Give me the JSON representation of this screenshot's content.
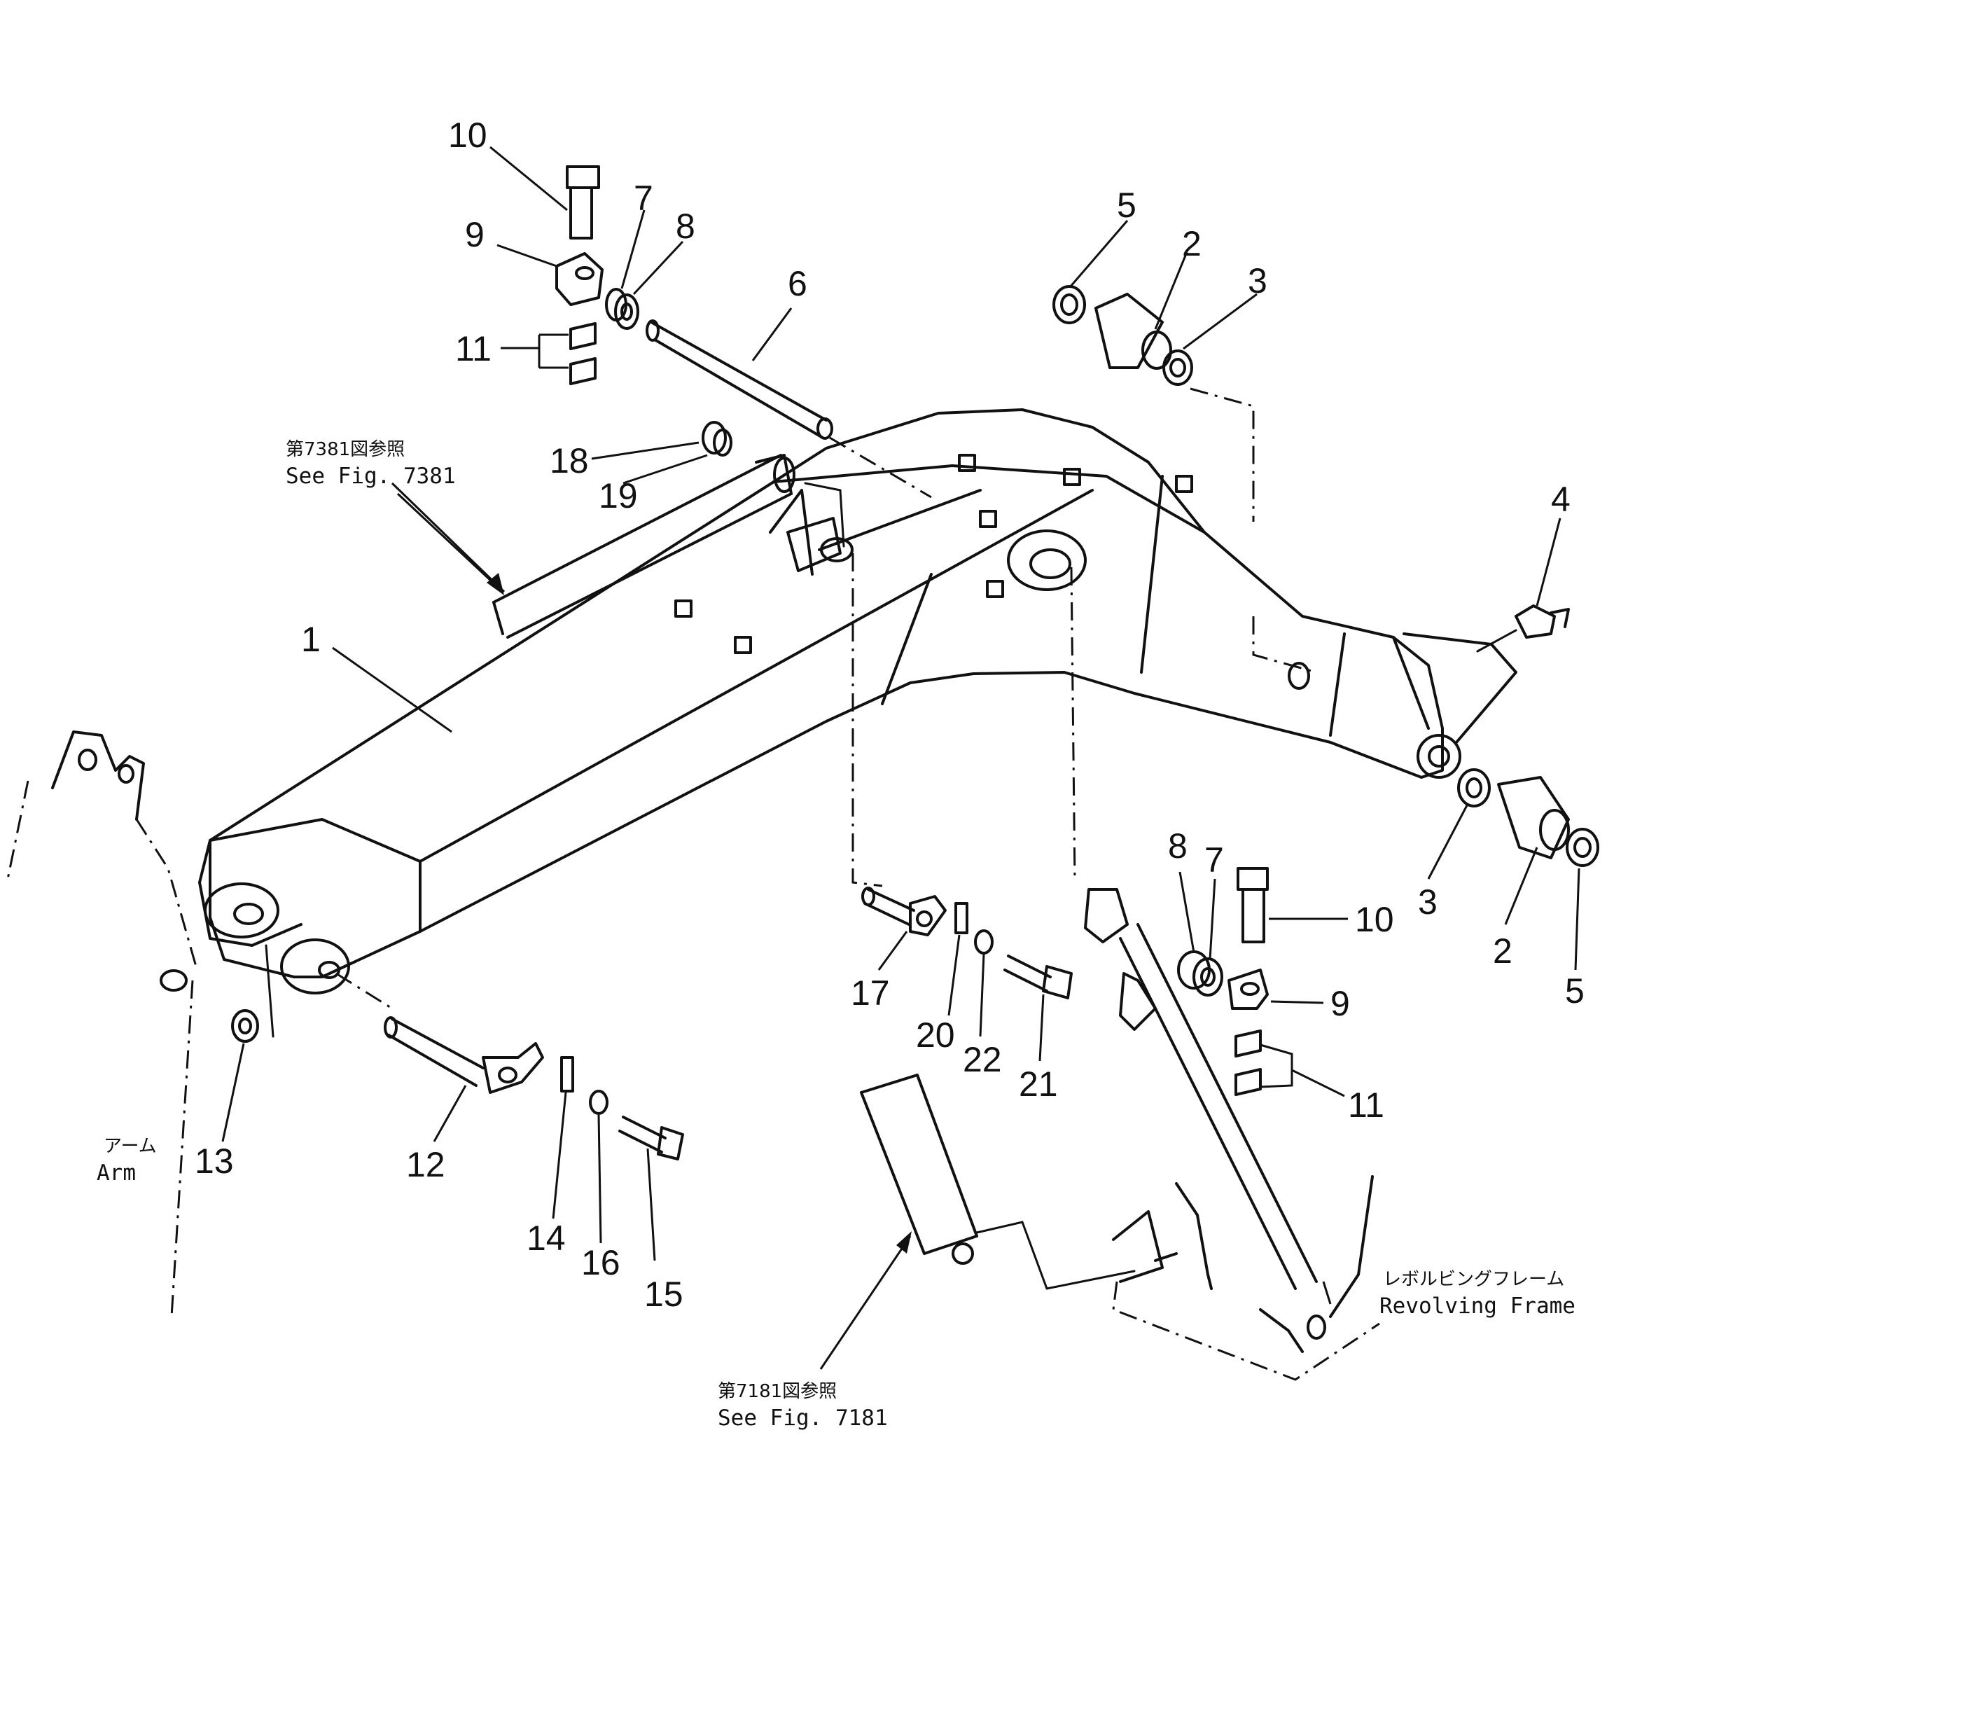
{
  "callouts": {
    "c1": "1",
    "c2a": "2",
    "c2b": "2",
    "c3a": "3",
    "c3b": "3",
    "c4": "4",
    "c5a": "5",
    "c5b": "5",
    "c6": "6",
    "c7a": "7",
    "c7b": "7",
    "c8a": "8",
    "c8b": "8",
    "c9a": "9",
    "c9b": "9",
    "c10a": "10",
    "c10b": "10",
    "c11a": "11",
    "c11b": "11",
    "c12": "12",
    "c13": "13",
    "c14": "14",
    "c15": "15",
    "c16": "16",
    "c17": "17",
    "c18": "18",
    "c19": "19",
    "c20": "20",
    "c21": "21",
    "c22": "22"
  },
  "references": {
    "fig7381_jp": "第7381図参照",
    "fig7381_en": "See  Fig. 7381",
    "fig7181_jp": "第7181図参照",
    "fig7181_en": "See  Fig. 7181",
    "arm_jp": "アーム",
    "arm_en": "Arm",
    "frame_jp": "レボルビングフレーム",
    "frame_en": "Revolving  Frame"
  }
}
